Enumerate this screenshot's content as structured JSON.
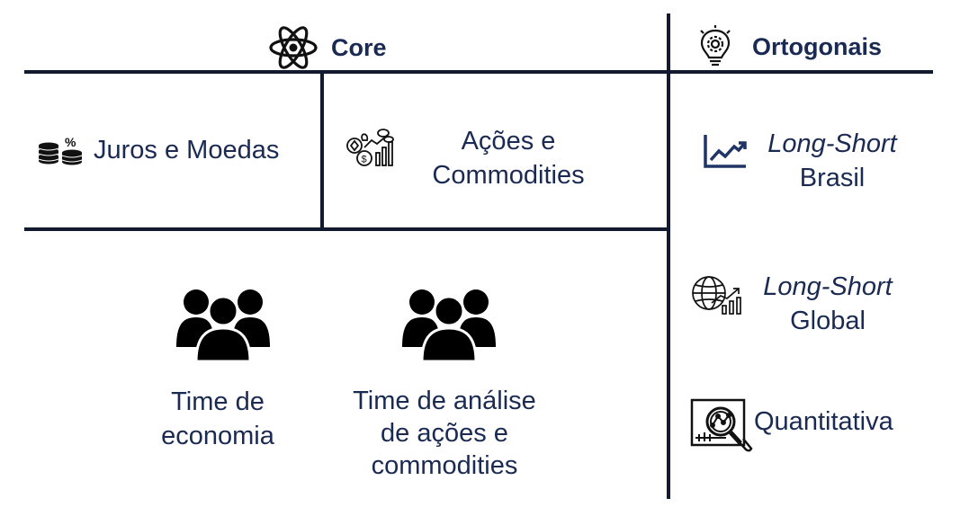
{
  "colors": {
    "text": "#1a2a52",
    "lines": "#111a2e",
    "icon": "#111111",
    "icon_navy": "#1f3566"
  },
  "core": {
    "title": "Core",
    "title_icon": "atom-icon",
    "juros": {
      "label": "Juros e Moedas",
      "icon": "coins-percent-icon"
    },
    "acoes": {
      "line1": "Ações e",
      "line2": "Commodities",
      "icon": "assets-growth-icon"
    },
    "team_economia": {
      "line1": "Time de",
      "line2": "economia",
      "icon": "team-icon"
    },
    "team_acoes": {
      "line1": "Time de análise",
      "line2": "de ações e",
      "line3": "commodities",
      "icon": "team-icon"
    }
  },
  "ortogonais": {
    "title": "Ortogonais",
    "title_icon": "lightbulb-gear-icon",
    "ls_brasil": {
      "line1": "Long-Short",
      "line2": "Brasil",
      "icon": "line-chart-icon"
    },
    "ls_global": {
      "line1": "Long-Short",
      "line2": "Global",
      "icon": "globe-chart-icon"
    },
    "quant": {
      "label": "Quantitativa",
      "icon": "magnifier-chart-icon"
    }
  }
}
